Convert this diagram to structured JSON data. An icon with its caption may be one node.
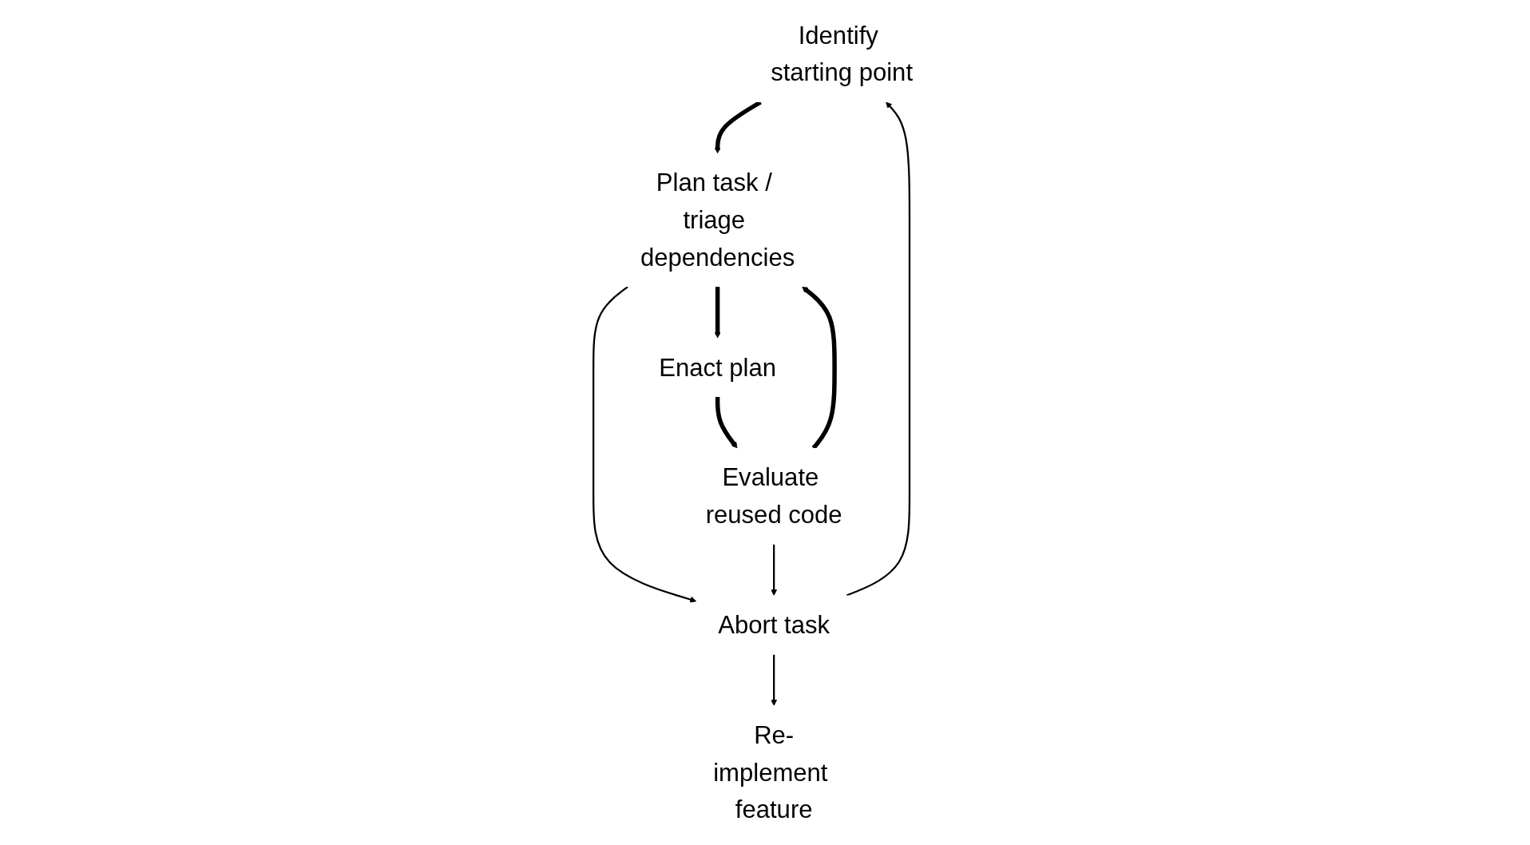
{
  "diagram": {
    "nodes": [
      {
        "text": [
          "Identify starting point"
        ]
      },
      {
        "text": [
          "Plan task / triage dependencies"
        ]
      },
      {
        "text": [
          "Enact plan"
        ]
      },
      {
        "text": [
          "Evaluate reused code"
        ]
      },
      {
        "text": [
          "Abort task"
        ]
      },
      {
        "text": [
          "Re-implement feature"
        ]
      }
    ],
    "edges": [
      {
        "from": 4,
        "to": 0,
        "arrow": "to"
      },
      {
        "from": 0,
        "to": 1,
        "arrow": "to",
        "style": "thick"
      },
      {
        "from": 1,
        "to": 4,
        "arrow": "to"
      },
      {
        "from": 1,
        "to": 2,
        "arrow": "to",
        "style": "thick"
      },
      {
        "from": 2,
        "to": 3,
        "arrow": "to",
        "style": "thick"
      },
      {
        "from": 3,
        "to": 4,
        "arrow": "to"
      },
      {
        "from": 3,
        "to": 1,
        "arrow": "to",
        "style": "thick"
      },
      {
        "from": 4,
        "to": 5,
        "arrow": "to"
      }
    ]
  }
}
